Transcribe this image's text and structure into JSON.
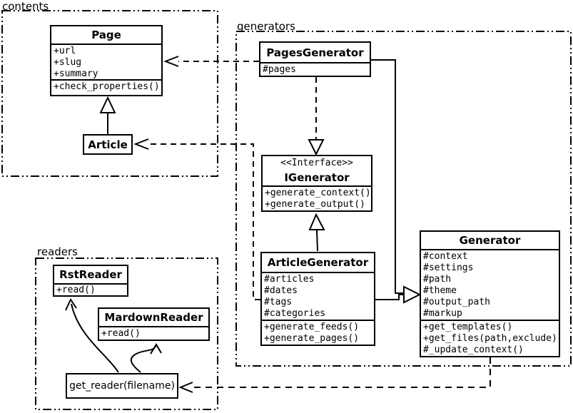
{
  "packages": {
    "contents": {
      "label": "contents"
    },
    "generators": {
      "label": "generators"
    },
    "readers": {
      "label": "readers"
    }
  },
  "classes": {
    "page": {
      "name": "Page",
      "attributes": [
        "+url",
        "+slug",
        "+summary"
      ],
      "methods": [
        "+check_properties()"
      ]
    },
    "article": {
      "name": "Article"
    },
    "pages_generator": {
      "name": "PagesGenerator",
      "attributes": [
        "#pages"
      ]
    },
    "igenerator": {
      "stereotype": "<<Interface>>",
      "name": "IGenerator",
      "methods": [
        "+generate_context()",
        "+generate_output()"
      ]
    },
    "article_generator": {
      "name": "ArticleGenerator",
      "attributes": [
        "#articles",
        "#dates",
        "#tags",
        "#categories"
      ],
      "methods": [
        "+generate_feeds()",
        "+generate_pages()"
      ]
    },
    "generator": {
      "name": "Generator",
      "attributes": [
        "#context",
        "#settings",
        "#path",
        "#theme",
        "#output_path",
        "#markup"
      ],
      "methods": [
        "+get_templates()",
        "+get_files(path,exclude)",
        "#_update_context()"
      ]
    },
    "rst_reader": {
      "name": "RstReader",
      "methods": [
        "+read()"
      ]
    },
    "mardown_reader": {
      "name": "MardownReader",
      "methods": [
        "+read()"
      ]
    },
    "get_reader": {
      "label": "get_reader(filename)"
    }
  },
  "colors": {
    "line": "#000000",
    "background": "#ffffff",
    "fill": "#ffffff"
  }
}
